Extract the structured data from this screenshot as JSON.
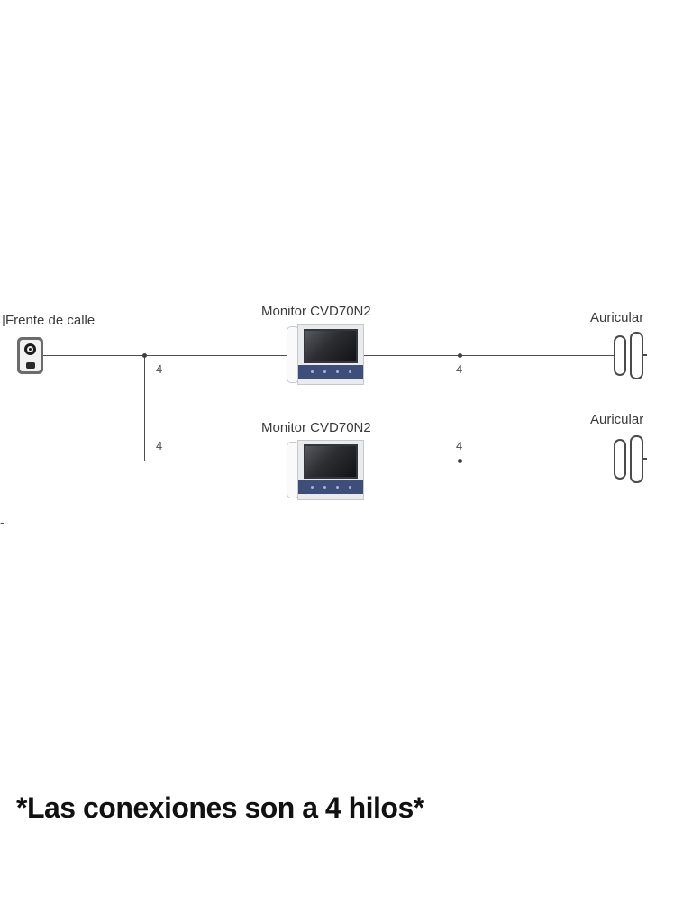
{
  "diagram": {
    "door": {
      "label": "Frente de calle"
    },
    "monitors": [
      {
        "label": "Monitor CVD70N2"
      },
      {
        "label": "Monitor CVD70N2"
      }
    ],
    "handsets": [
      {
        "label": "Auricular"
      },
      {
        "label": "Auricular"
      }
    ],
    "wires": [
      {
        "label": "4"
      },
      {
        "label": "4"
      },
      {
        "label": "4"
      },
      {
        "label": "4"
      }
    ],
    "stray_dash": "-"
  },
  "footnote": {
    "text": "*Las conexiones son a 4 hilos*"
  },
  "colors": {
    "wire": "#4d4d4d",
    "monitor_bar_blue": "#3e4e7b",
    "screen_dark": "#1a1b1e",
    "label_text": "#3a3a3a",
    "footnote_text": "#111111"
  }
}
